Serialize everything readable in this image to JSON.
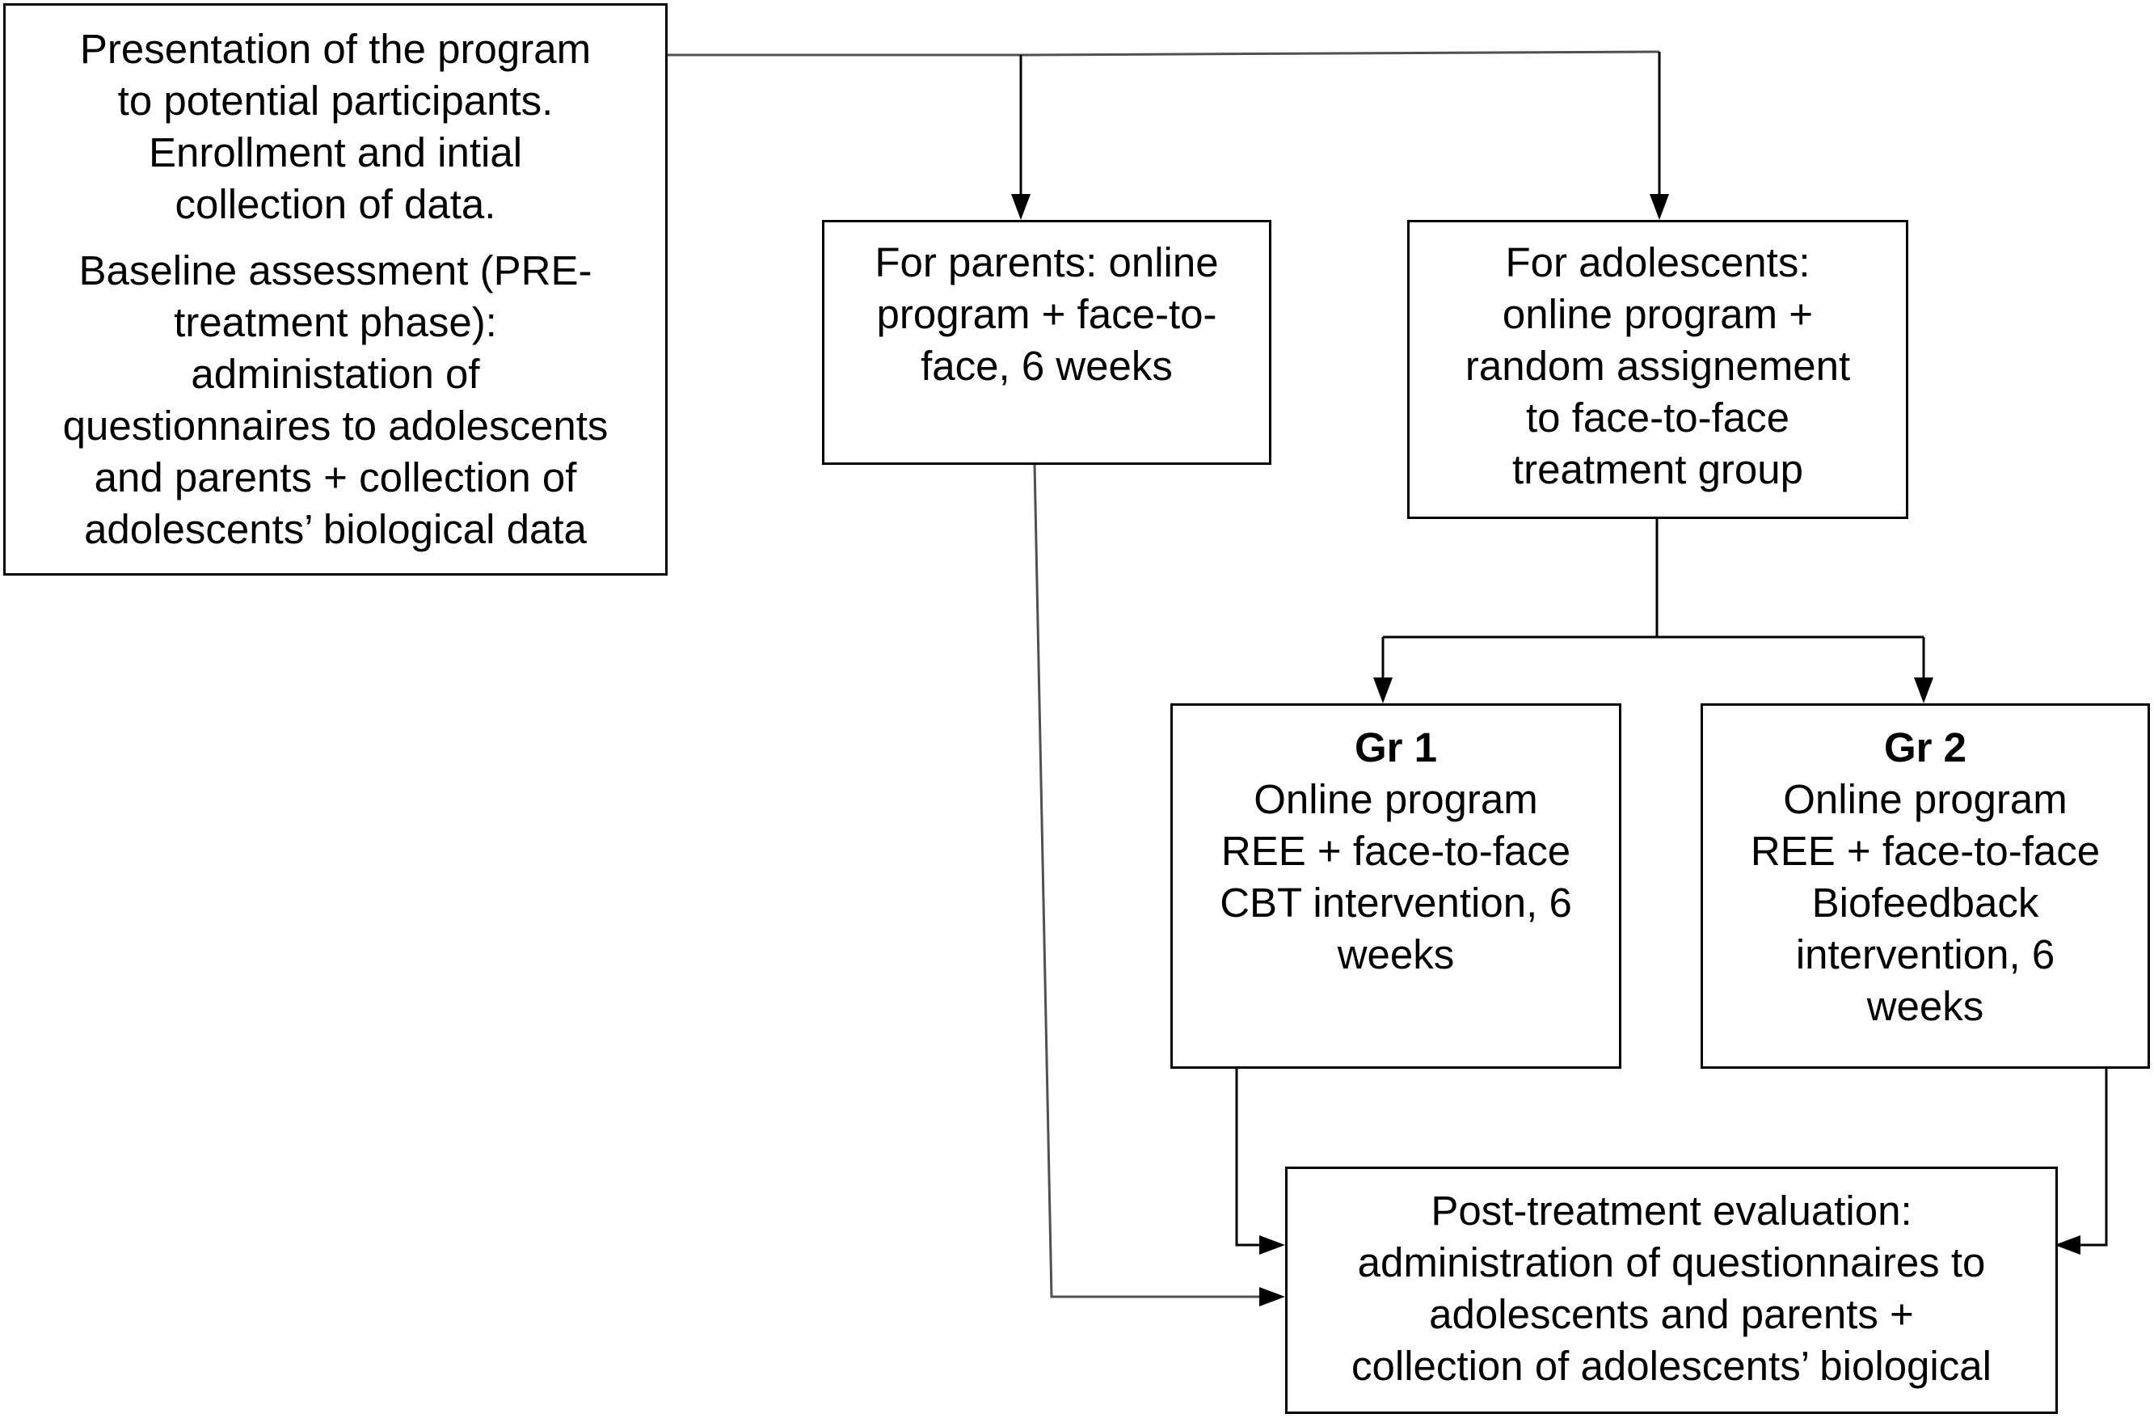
{
  "boxes": {
    "presentation": {
      "lines": [
        "Presentation of the program",
        "to potential participants.",
        "Enrollment and intial",
        "collection of data."
      ],
      "baseline_lines": [
        "Baseline assessment (PRE-",
        "treatment phase):",
        "administation of",
        "questionnaires to adolescents",
        "and parents + collection of",
        "adolescents’ biological data"
      ]
    },
    "parents": {
      "lines": [
        "For parents: online",
        "program + face-to-",
        "face, 6 weeks"
      ]
    },
    "adolescents": {
      "lines": [
        "For adolescents:",
        "online program +",
        "random assignement",
        "to face-to-face",
        "treatment group"
      ]
    },
    "gr1": {
      "title": "Gr 1",
      "lines": [
        "Online program",
        "REE + face-to-face",
        "CBT intervention, 6",
        "weeks"
      ]
    },
    "gr2": {
      "title": "Gr 2",
      "lines": [
        "Online program",
        "REE + face-to-face",
        "Biofeedback",
        "intervention, 6",
        "weeks"
      ]
    },
    "post": {
      "lines": [
        "Post-treatment evaluation:",
        "administration of questionnaires to",
        "adolescents and parents +",
        "collection of adolescents’ biological"
      ]
    }
  },
  "colors": {
    "stroke": "#000000",
    "connector": "#505050",
    "background": "#ffffff"
  }
}
